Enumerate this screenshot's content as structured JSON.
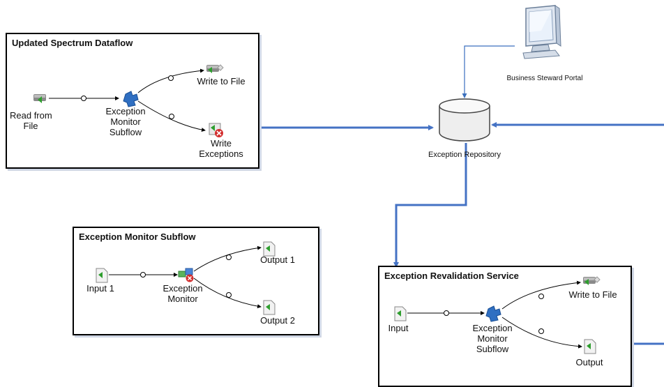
{
  "panels": {
    "updated": {
      "title": "Updated Spectrum Dataflow",
      "read": "Read from\nFile",
      "monitor": "Exception\nMonitor\nSubflow",
      "write_file": "Write to File",
      "write_exc": "Write\nExceptions"
    },
    "subflow": {
      "title": "Exception Monitor Subflow",
      "input": "Input 1",
      "monitor": "Exception\nMonitor",
      "out1": "Output 1",
      "out2": "Output 2"
    },
    "revalidation": {
      "title": "Exception Revalidation Service",
      "input": "Input",
      "monitor": "Exception\nMonitor\nSubflow",
      "write_file": "Write to File",
      "output": "Output"
    }
  },
  "portal": {
    "label": "Business Steward Portal"
  },
  "repository": {
    "label": "Exception Repository"
  },
  "colors": {
    "flow": "#4472c4",
    "thin": "#3a6fbd",
    "panel_shadow": "#cfd6e4"
  }
}
